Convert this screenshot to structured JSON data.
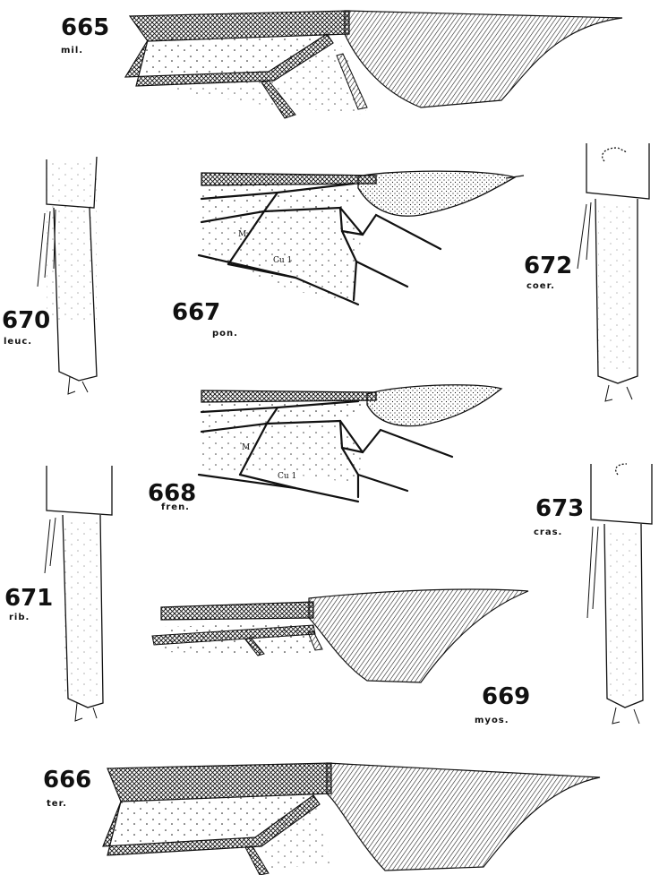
{
  "figures": [
    {
      "id": "665",
      "number": "665",
      "abbr": "mil."
    },
    {
      "id": "666",
      "number": "666",
      "abbr": "ter."
    },
    {
      "id": "667",
      "number": "667",
      "abbr": "pon."
    },
    {
      "id": "668",
      "number": "668",
      "abbr": "fren."
    },
    {
      "id": "669",
      "number": "669",
      "abbr": "myos."
    },
    {
      "id": "670",
      "number": "670",
      "abbr": "leuc."
    },
    {
      "id": "671",
      "number": "671",
      "abbr": "rib."
    },
    {
      "id": "672",
      "number": "672",
      "abbr": "coer."
    },
    {
      "id": "673",
      "number": "673",
      "abbr": "cras."
    }
  ],
  "vein_labels": {
    "fig667_m": "M",
    "fig667_cu": "Cu 1",
    "fig668_m": "M",
    "fig668_cu": "Cu 1"
  },
  "colors": {
    "ink": "#111111",
    "paper": "#ffffff"
  }
}
